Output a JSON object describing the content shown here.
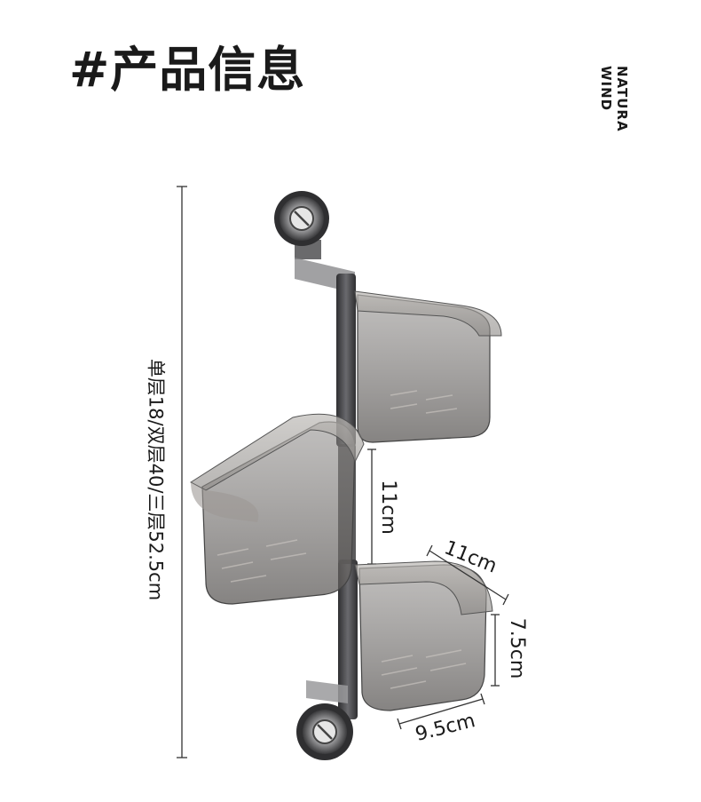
{
  "title": "#产品信息",
  "brand": {
    "line1": "NATURA",
    "line2": "WIND"
  },
  "dimensions": {
    "total_height": "单层18/双层40/三层52.5cm",
    "tier_gap": "11cm",
    "basket_depth": "11cm",
    "basket_height": "7.5cm",
    "basket_width": "9.5cm"
  },
  "colors": {
    "text": "#1a1a1a",
    "basket_tint": "#7d7a78",
    "pole": "#4a4a4c",
    "dimension_line": "#333333"
  }
}
